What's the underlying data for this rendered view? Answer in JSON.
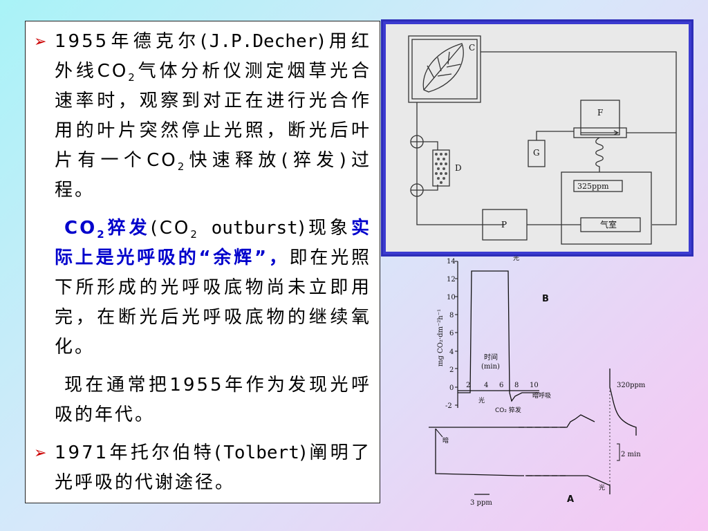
{
  "slide": {
    "p1_a": "1955年德克尔(",
    "p1_b": "J.P.Decher",
    "p1_c": ")用红外线CO",
    "p1_c_sub": "2",
    "p1_d": "气体分析仪测定烟草光合速率时，观察到对正在进行光合作用的叶片突然停止光照，断光后叶片有一个CO",
    "p1_d_sub": "2",
    "p1_e": "快速释放(猝发)过程。",
    "p2_blue1": "CO",
    "p2_blue1_sub": "2",
    "p2_blue2": "猝发",
    "p2_a": "(CO",
    "p2_a_sub": "2",
    "p2_b": " outburst",
    "p2_c": ")现象",
    "p2_blue3": "实际上是光呼吸的“余辉”，",
    "p2_d": "即在光照下所形成的光呼吸底物尚未立即用完，在断光后光呼吸底物的继续氧化。",
    "p3": "现在通常把1955年作为发现光呼吸的年代。",
    "p4_a": "1971年托尔伯特(",
    "p4_b": "Tolbert",
    "p4_c": ")阐明了光呼吸的代谢途径。",
    "bullet_glyph": "➢"
  },
  "apparatus": {
    "label_c": "C",
    "label_d": "D",
    "label_f": "F",
    "label_g": "G",
    "label_p": "P",
    "ppm": "325ppm",
    "chamber": "气室"
  },
  "graph_b": {
    "label": "B",
    "ylabel": "mg CO₂·dm⁻²h⁻¹",
    "yticks": [
      "14",
      "12",
      "10",
      "8",
      "6",
      "4",
      "2",
      "0",
      "-2"
    ],
    "xticks": [
      "2",
      "4",
      "6",
      "8",
      "10"
    ],
    "time_label_1": "时间",
    "time_label_2": "(min)",
    "light_label": "光",
    "outburst_label": "CO₂ 猝发",
    "dark_resp_label": "暗呼吸",
    "top_label": "光"
  },
  "graph_a": {
    "label": "A",
    "dark_label": "暗",
    "light_label": "光",
    "ppm_label": "320ppm",
    "time_scale": "2 min",
    "ppm_scale": "3 ppm"
  },
  "colors": {
    "accent_blue": "#0000cc",
    "bullet_red": "#cc0000",
    "frame_blue": "#2d2db8"
  }
}
